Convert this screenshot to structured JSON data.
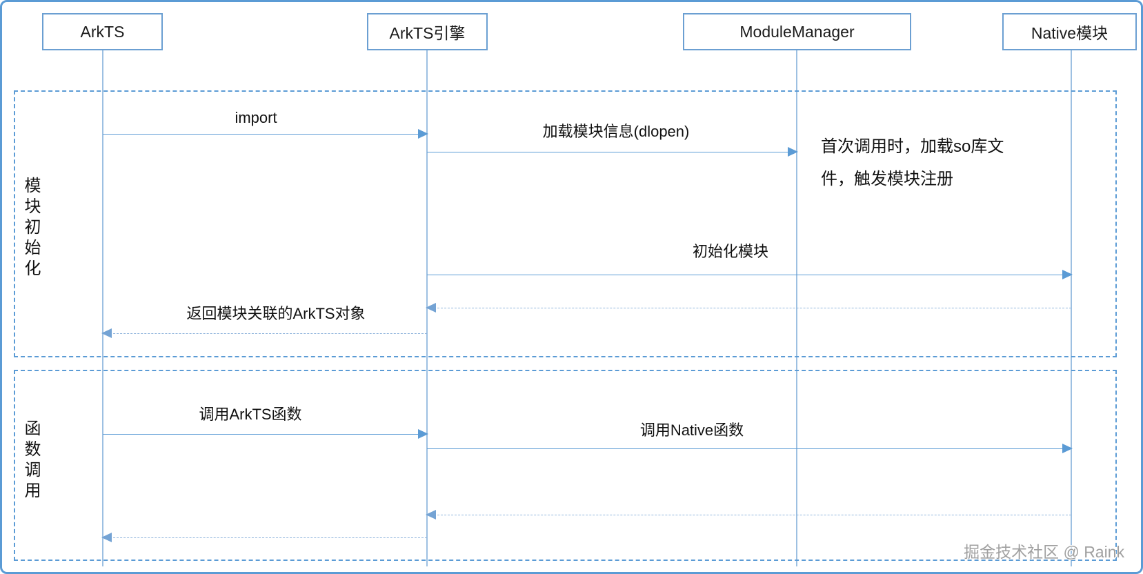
{
  "diagram": {
    "participants": [
      {
        "id": "arkts",
        "label": "ArkTS"
      },
      {
        "id": "arkts-engine",
        "label": "ArkTS引擎"
      },
      {
        "id": "module-manager",
        "label": "ModuleManager"
      },
      {
        "id": "native-module",
        "label": "Native模块"
      }
    ],
    "phases": [
      {
        "id": "module-init",
        "label": "模块初始化"
      },
      {
        "id": "function-call",
        "label": "函数调用"
      }
    ],
    "messages": [
      {
        "from": "ArkTS",
        "to": "ArkTS引擎",
        "label": "import",
        "style": "solid"
      },
      {
        "from": "ArkTS引擎",
        "to": "ModuleManager",
        "label": "加载模块信息(dlopen)",
        "style": "solid"
      },
      {
        "from": "ArkTS引擎",
        "to": "Native模块",
        "label": "初始化模块",
        "style": "solid"
      },
      {
        "from": "Native模块",
        "to": "ArkTS引擎",
        "label": "",
        "style": "dashed-return"
      },
      {
        "from": "ArkTS引擎",
        "to": "ArkTS",
        "label": "返回模块关联的ArkTS对象",
        "style": "dashed-return"
      },
      {
        "from": "ArkTS",
        "to": "ArkTS引擎",
        "label": "调用ArkTS函数",
        "style": "solid"
      },
      {
        "from": "ArkTS引擎",
        "to": "Native模块",
        "label": "调用Native函数",
        "style": "solid"
      },
      {
        "from": "Native模块",
        "to": "ArkTS引擎",
        "label": "",
        "style": "dashed-return"
      },
      {
        "from": "ArkTS引擎",
        "to": "ArkTS",
        "label": "",
        "style": "dashed-return"
      }
    ],
    "note": {
      "lines": [
        "首次调用时，加载so库文",
        "件，触发模块注册"
      ]
    },
    "watermark": "掘金技术社区 @ Raink",
    "colors": {
      "accent": "#5b9bd5",
      "lifeline": "#9dc0e2",
      "return_arrow": "#8fb4dc",
      "text": "#1a1a1a",
      "watermark": "#a0a0a0",
      "background": "#ffffff"
    }
  }
}
